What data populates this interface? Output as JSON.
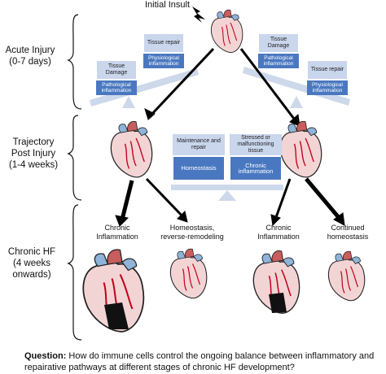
{
  "initial_insult": "Initial Insult",
  "stages": [
    {
      "id": "acute",
      "lines": [
        "Acute Injury",
        "(0-7 days)"
      ]
    },
    {
      "id": "trajectory",
      "lines": [
        "Trajectory",
        "Post Injury",
        "(1-4 weeks)"
      ]
    },
    {
      "id": "chronic",
      "lines": [
        "Chronic HF",
        "(4 weeks",
        "onwards)"
      ]
    }
  ],
  "left_balance": {
    "tissue_damage": "Tissue Damage",
    "tissue_repair": "Tissue repair",
    "pathological": "Pathological inflammation",
    "physiological": "Physiological inflammation"
  },
  "right_balance": {
    "tissue_damage": "Tissue Damage",
    "tissue_repair": "Tissue repair",
    "pathological": "Pathological inflammation",
    "physiological": "Physiological inflammation"
  },
  "center_balance": {
    "maintenance": "Maintenance and repair",
    "stressed": "Stressed or malfunctioning tissue",
    "homeostasis": "Homeostasis",
    "chronic_inflammation": "Chronic inflammation"
  },
  "outcomes": [
    {
      "id": "o1",
      "lines": [
        "Chronic",
        "Inflammation"
      ]
    },
    {
      "id": "o2",
      "lines": [
        "Homeostasis,",
        "reverse-remodeling"
      ]
    },
    {
      "id": "o3",
      "lines": [
        "Chronic",
        "Inflammation"
      ]
    },
    {
      "id": "o4",
      "lines": [
        "Continued",
        "homeostasis"
      ]
    }
  ],
  "question": {
    "label": "Question:",
    "text": " How do immune cells control the ongoing balance between inflammatory and repairative pathways at different stages of chronic HF development?"
  },
  "colors": {
    "dark_box": "#4a78c0",
    "light_box": "#c9d6ec",
    "scale": "#cdd8ea",
    "arrow": "#000000"
  }
}
